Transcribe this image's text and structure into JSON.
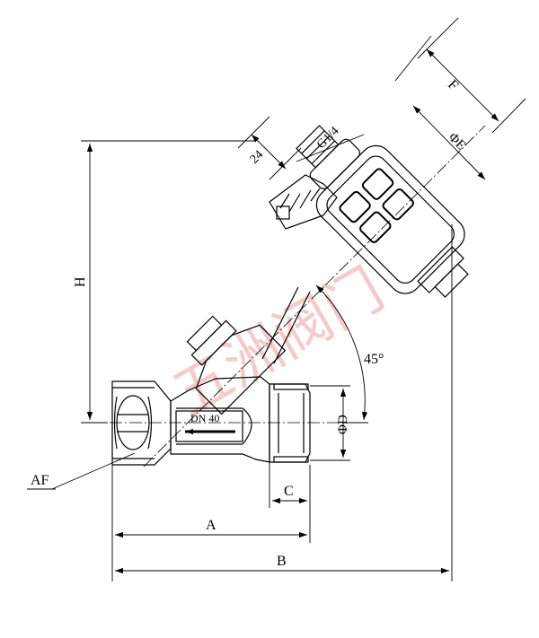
{
  "labels": {
    "F": "F",
    "phiE": "ΦE",
    "G": "G1/4",
    "wrench": "24",
    "H": "H",
    "angle": "45°",
    "DN": "DN 40",
    "phiD": "ΦD",
    "AF": "AF",
    "C": "C",
    "A": "A",
    "B": "B"
  },
  "watermark": "五洲阀门",
  "colors": {
    "line": "#000000",
    "watermark": "#f2b8b8"
  }
}
